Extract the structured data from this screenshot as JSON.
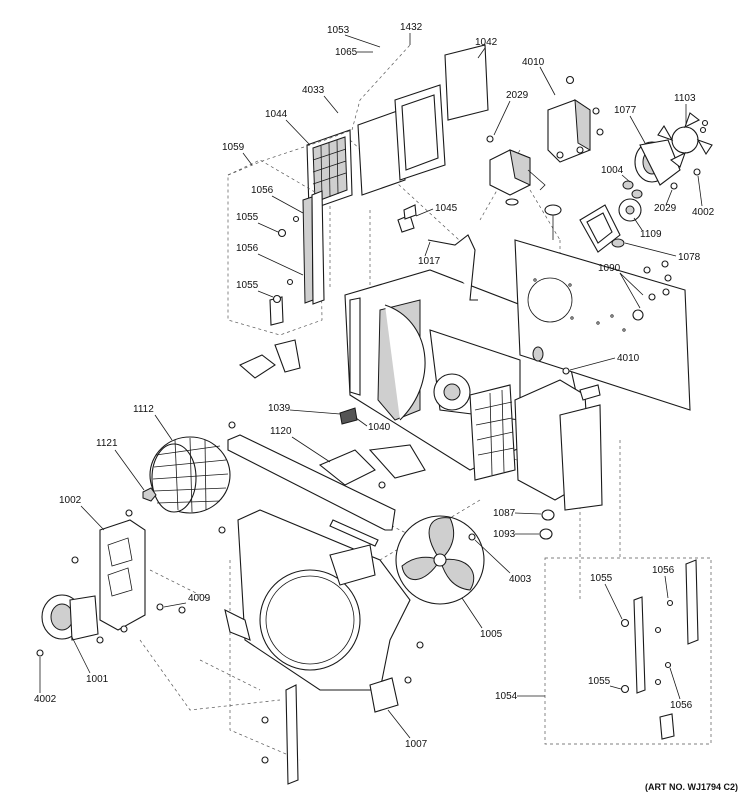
{
  "callouts": [
    {
      "id": "1053",
      "label": "1053"
    },
    {
      "id": "1432",
      "label": "1432"
    },
    {
      "id": "1065",
      "label": "1065"
    },
    {
      "id": "1042",
      "label": "1042"
    },
    {
      "id": "4010a",
      "label": "4010"
    },
    {
      "id": "4033",
      "label": "4033"
    },
    {
      "id": "2029a",
      "label": "2029"
    },
    {
      "id": "1077",
      "label": "1077"
    },
    {
      "id": "1103",
      "label": "1103"
    },
    {
      "id": "1044",
      "label": "1044"
    },
    {
      "id": "1059",
      "label": "1059"
    },
    {
      "id": "1004",
      "label": "1004"
    },
    {
      "id": "2029b",
      "label": "2029"
    },
    {
      "id": "4002a",
      "label": "4002"
    },
    {
      "id": "1056a",
      "label": "1056"
    },
    {
      "id": "1045",
      "label": "1045"
    },
    {
      "id": "1055a",
      "label": "1055"
    },
    {
      "id": "1109",
      "label": "1109"
    },
    {
      "id": "1056b",
      "label": "1056"
    },
    {
      "id": "1017",
      "label": "1017"
    },
    {
      "id": "1078",
      "label": "1078"
    },
    {
      "id": "1090",
      "label": "1090"
    },
    {
      "id": "1055b",
      "label": "1055"
    },
    {
      "id": "4010b",
      "label": "4010"
    },
    {
      "id": "1112",
      "label": "1112"
    },
    {
      "id": "1039",
      "label": "1039"
    },
    {
      "id": "1040",
      "label": "1040"
    },
    {
      "id": "1121",
      "label": "1121"
    },
    {
      "id": "1120",
      "label": "1120"
    },
    {
      "id": "1002",
      "label": "1002"
    },
    {
      "id": "1087",
      "label": "1087"
    },
    {
      "id": "1093",
      "label": "1093"
    },
    {
      "id": "4003",
      "label": "4003"
    },
    {
      "id": "1055c",
      "label": "1055"
    },
    {
      "id": "1056c",
      "label": "1056"
    },
    {
      "id": "4009",
      "label": "4009"
    },
    {
      "id": "1005",
      "label": "1005"
    },
    {
      "id": "1001",
      "label": "1001"
    },
    {
      "id": "4002b",
      "label": "4002"
    },
    {
      "id": "1054",
      "label": "1054"
    },
    {
      "id": "1055d",
      "label": "1055"
    },
    {
      "id": "1056d",
      "label": "1056"
    },
    {
      "id": "1007",
      "label": "1007"
    }
  ],
  "art_number": "(ART NO. WJ1794 C2)"
}
